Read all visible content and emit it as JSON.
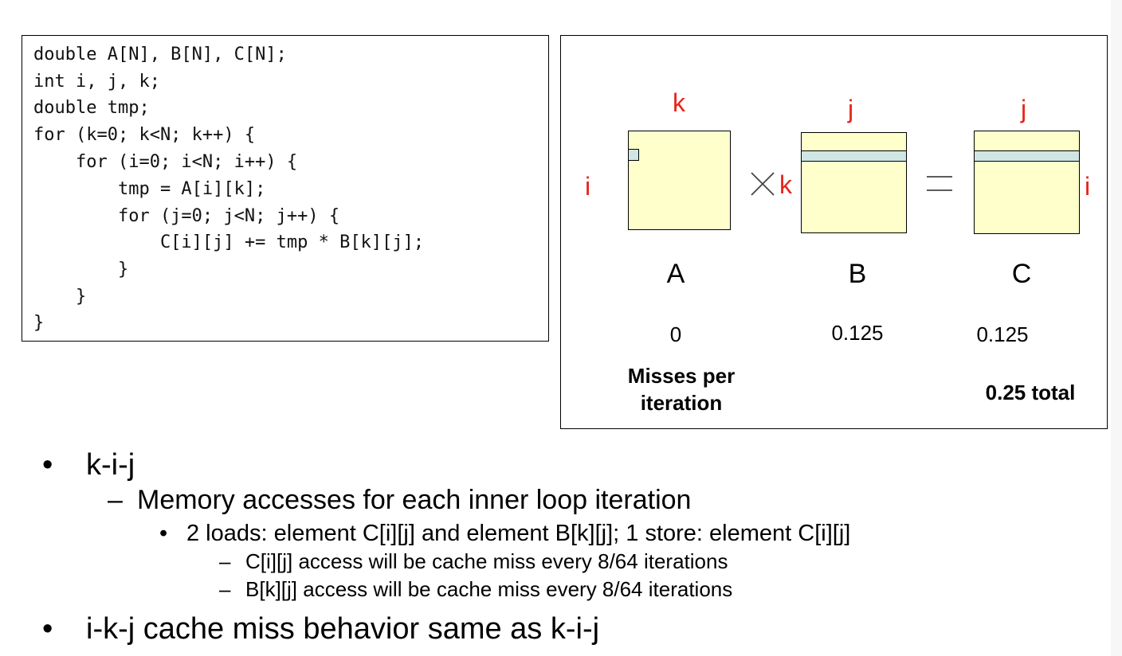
{
  "code": {
    "lines": [
      "double A[N], B[N], C[N];",
      "int i, j, k;",
      "double tmp;",
      "for (k=0; k<N; k++) {",
      "    for (i=0; i<N; i++) {",
      "        tmp = A[i][k];",
      "        for (j=0; j<N; j++) {",
      "            C[i][j] += tmp * B[k][j];",
      "        }",
      "    }",
      "}"
    ]
  },
  "diagram": {
    "index_labels": {
      "a_top": "k",
      "a_left": "i",
      "b_left": "k",
      "b_top": "j",
      "c_top": "j",
      "c_right": "i"
    },
    "operators": {
      "times": "multiply-sign",
      "equals": "equals-sign"
    },
    "matrix_names": [
      "A",
      "B",
      "C"
    ],
    "misses": [
      "0",
      "0.125",
      "0.125"
    ],
    "misses_caption": "Misses per iteration",
    "total": "0.25 total",
    "colors": {
      "index_red": "#e8241a",
      "matrix_fill": "#ffffcc",
      "strip_fill": "#cfe6e4"
    }
  },
  "bullets": {
    "l1_a": "k-i-j",
    "l2": "Memory accesses for each inner loop iteration",
    "l3": "2 loads: element C[i][j] and element B[k][j]; 1 store: element C[i][j]",
    "l4_a": "C[i][j] access will be cache miss every 8/64 iterations",
    "l4_b": "B[k][j] access will be cache miss every 8/64 iterations",
    "l1_b": "i-k-j cache miss behavior same as k-i-j",
    "dot": "•",
    "dash": "–"
  }
}
